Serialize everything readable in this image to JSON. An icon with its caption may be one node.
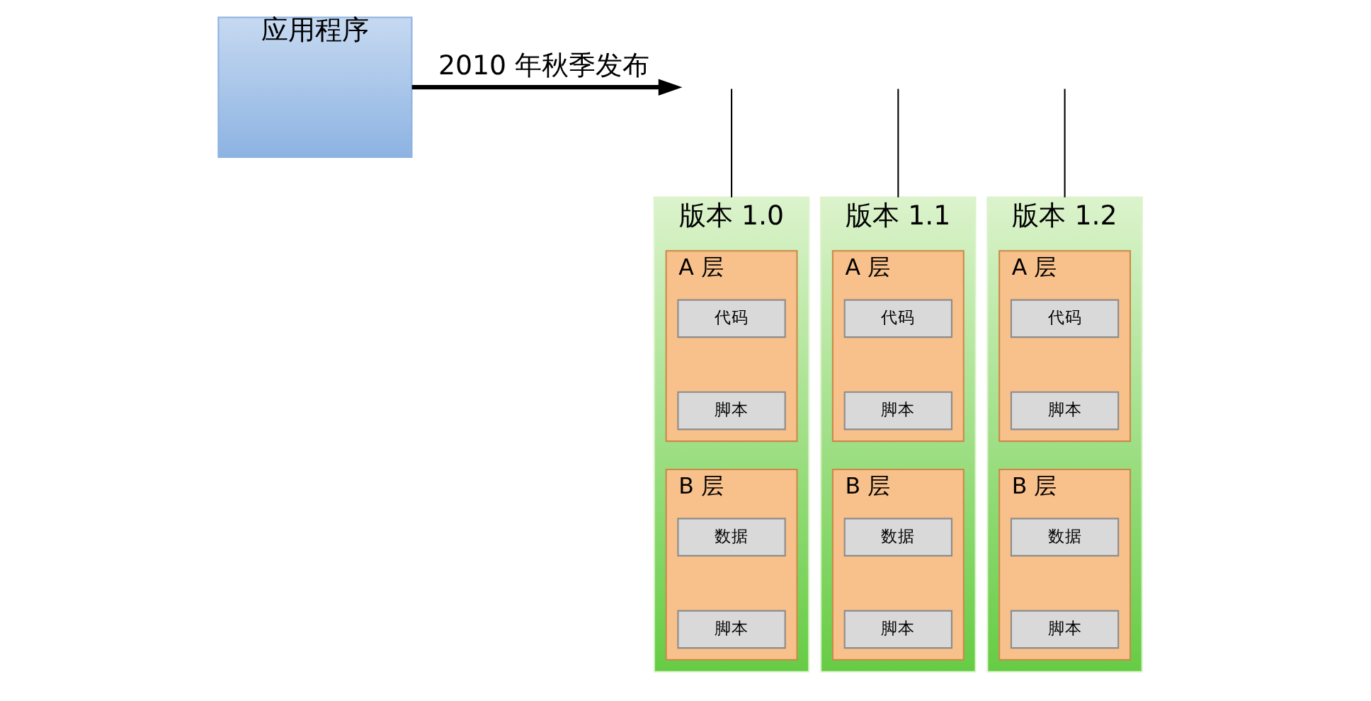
{
  "diagram": {
    "nodes": [
      {
        "text": [
          "应用程序"
        ]
      },
      {
        "text": [
          "版本 1.0"
        ]
      },
      {
        "text": [
          "A 层"
        ],
        "in": 1
      },
      {
        "text": [
          "代码"
        ],
        "in": 2
      },
      {
        "text": [
          "脚本"
        ],
        "in": 2
      },
      {
        "text": [
          "B 层"
        ],
        "in": 1
      },
      {
        "text": [
          "数据"
        ],
        "in": 5
      },
      {
        "text": [
          "脚本"
        ],
        "in": 5
      },
      {
        "text": [
          "版本 1.1"
        ]
      },
      {
        "text": [
          "A 层"
        ],
        "in": 8
      },
      {
        "text": [
          "代码"
        ],
        "in": 9
      },
      {
        "text": [
          "脚本"
        ],
        "in": 9
      },
      {
        "text": [
          "B 层"
        ],
        "in": 8
      },
      {
        "text": [
          "数据"
        ],
        "in": 12
      },
      {
        "text": [
          "脚本"
        ],
        "in": 12
      },
      {
        "text": [
          "版本 1.2"
        ]
      },
      {
        "text": [
          "A 层"
        ],
        "in": 15
      },
      {
        "text": [
          "代码"
        ],
        "in": 16
      },
      {
        "text": [
          "脚本"
        ],
        "in": 16
      },
      {
        "text": [
          "B 层"
        ],
        "in": 15
      },
      {
        "text": [
          "数据"
        ],
        "in": 19
      },
      {
        "text": [
          "脚本"
        ],
        "in": 19
      }
    ],
    "edges": [
      {
        "from": 0,
        "to": null,
        "arrow": "to",
        "label": "2010 年秋季发布",
        "style": "thick"
      },
      {
        "from": null,
        "to": 1,
        "arrow": "none"
      },
      {
        "from": null,
        "to": 8,
        "arrow": "none"
      },
      {
        "from": null,
        "to": 15,
        "arrow": "none"
      }
    ]
  }
}
